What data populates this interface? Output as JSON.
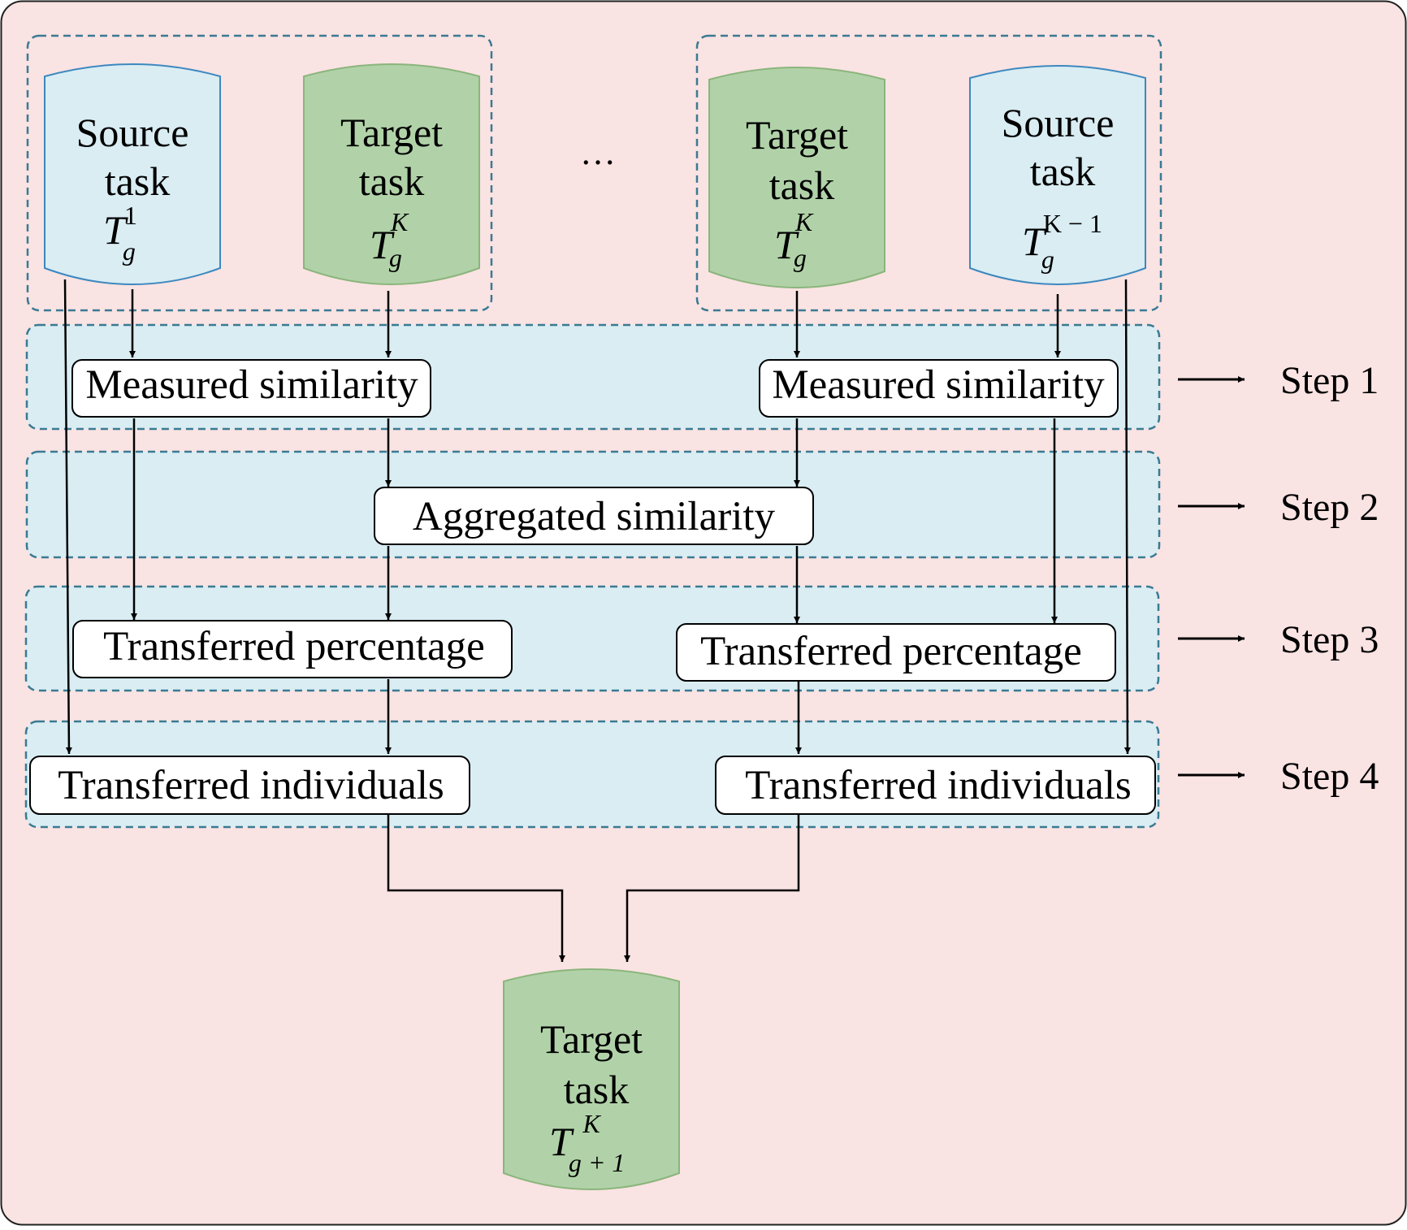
{
  "colors": {
    "panel_bg": "#fae3e3",
    "band_bg": "#d9edf3",
    "band_border": "#3a7a92",
    "source_fill": "#d9edf3",
    "source_stroke": "#3d88bf",
    "target_fill": "#b1d2a8",
    "target_stroke": "#8bb57c"
  },
  "databases": [
    {
      "kind": "source",
      "line1": "Source",
      "line2": "task",
      "sym": "T",
      "sub": "g",
      "sup": "1"
    },
    {
      "kind": "target",
      "line1": "Target",
      "line2": "task",
      "sym": "T",
      "sub": "g",
      "sup": "K"
    },
    {
      "kind": "target",
      "line1": "Target",
      "line2": "task",
      "sym": "T",
      "sub": "g",
      "sup": "K"
    },
    {
      "kind": "source",
      "line1": "Source",
      "line2": "task",
      "sym": "T",
      "sub": "g",
      "sup": "K − 1"
    },
    {
      "kind": "target",
      "line1": "Target",
      "line2": "task",
      "sym": "T",
      "sub": "g + 1",
      "sup": "K"
    }
  ],
  "ellipsis": "…",
  "boxes": {
    "measured_left": "Measured similarity",
    "measured_right": "Measured similarity",
    "aggregated": "Aggregated similarity",
    "percentage_left": "Transferred percentage",
    "percentage_right": "Transferred percentage",
    "individuals_left": "Transferred individuals",
    "individuals_right": "Transferred individuals"
  },
  "steps": [
    "Step 1",
    "Step 2",
    "Step 3",
    "Step 4"
  ]
}
